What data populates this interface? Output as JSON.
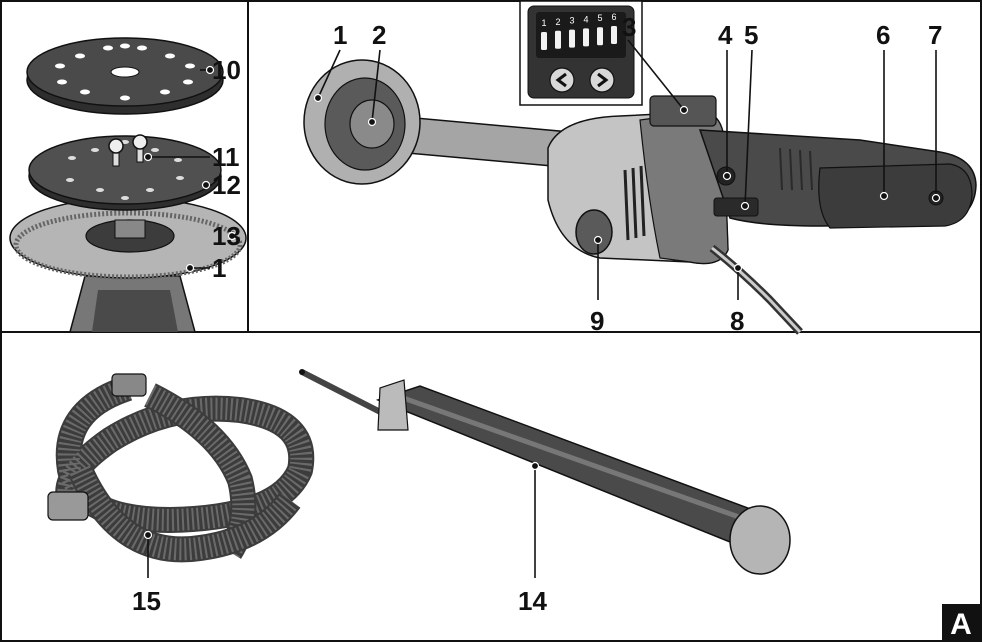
{
  "figure_letter": "A",
  "callouts": {
    "c1a": "1",
    "c2": "2",
    "c3": "3",
    "c4": "4",
    "c5": "5",
    "c6": "6",
    "c7": "7",
    "c8": "8",
    "c9": "9",
    "c10": "10",
    "c11": "11",
    "c12": "12",
    "c13": "13",
    "c1b": "1",
    "c14": "14",
    "c15": "15"
  },
  "speed_display": {
    "levels": [
      "1",
      "2",
      "3",
      "4",
      "5",
      "6"
    ],
    "minus_icon": "chevron-left-icon",
    "plus_icon": "chevron-right-icon"
  },
  "colors": {
    "tool_body": "#9a9a9a",
    "grip_dark": "#4a4a4a",
    "outline": "#111111",
    "pad": "#3c3c3c"
  }
}
